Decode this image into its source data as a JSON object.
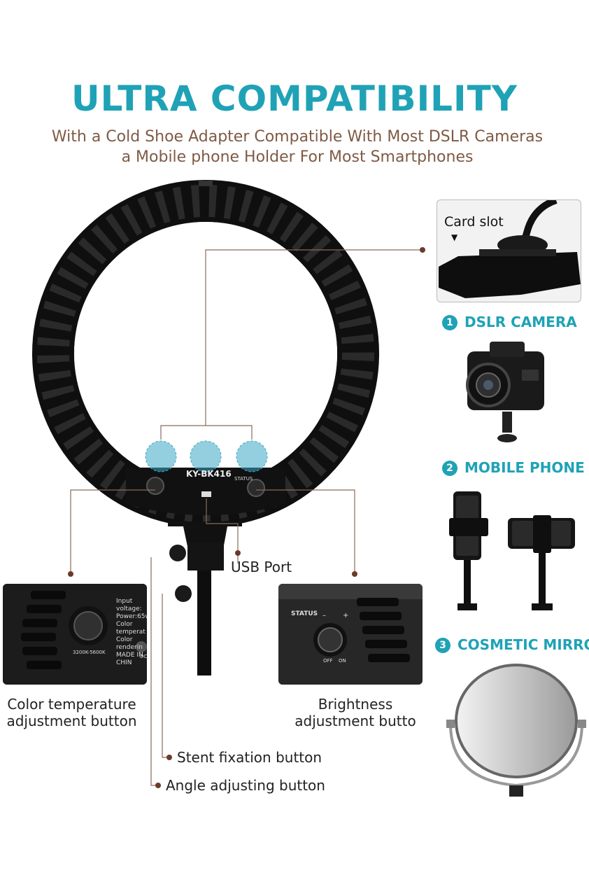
{
  "header": {
    "title": "ULTRA COMPATIBILITY",
    "subtitle_line1": "With a Cold Shoe Adapter Compatible With Most DSLR Cameras",
    "subtitle_line2": "a Mobile phone Holder For Most Smartphones"
  },
  "device": {
    "model": "KY-BK416",
    "status_label": "STATUS",
    "switch_off": "OFF",
    "switch_on": "ON",
    "spec_lines": [
      "Input voltage:",
      "Power:65w",
      "Color temperat",
      "Color renderin",
      "MADE IN CHIN"
    ],
    "color_range": "3200K-5600K",
    "port_dc": "DC"
  },
  "callouts": {
    "usb_port": "USB Port",
    "color_temp_line1": "Color temperature",
    "color_temp_line2": "adjustment button",
    "brightness_line1": "Brightness",
    "brightness_line2": "adjustment butto",
    "stent_fixation": "Stent fixation button",
    "angle_adjusting": "Angle adjusting button",
    "card_slot": "Card slot"
  },
  "compatibility": [
    {
      "number": "1",
      "label": "DSLR CAMERA"
    },
    {
      "number": "2",
      "label": "MOBILE PHONE"
    },
    {
      "number": "3",
      "label": "COSMETIC MIRROR"
    }
  ],
  "colors": {
    "accent": "#1fa2b6",
    "subtitle": "#7f5a44",
    "leader": "#6a3b2b"
  }
}
